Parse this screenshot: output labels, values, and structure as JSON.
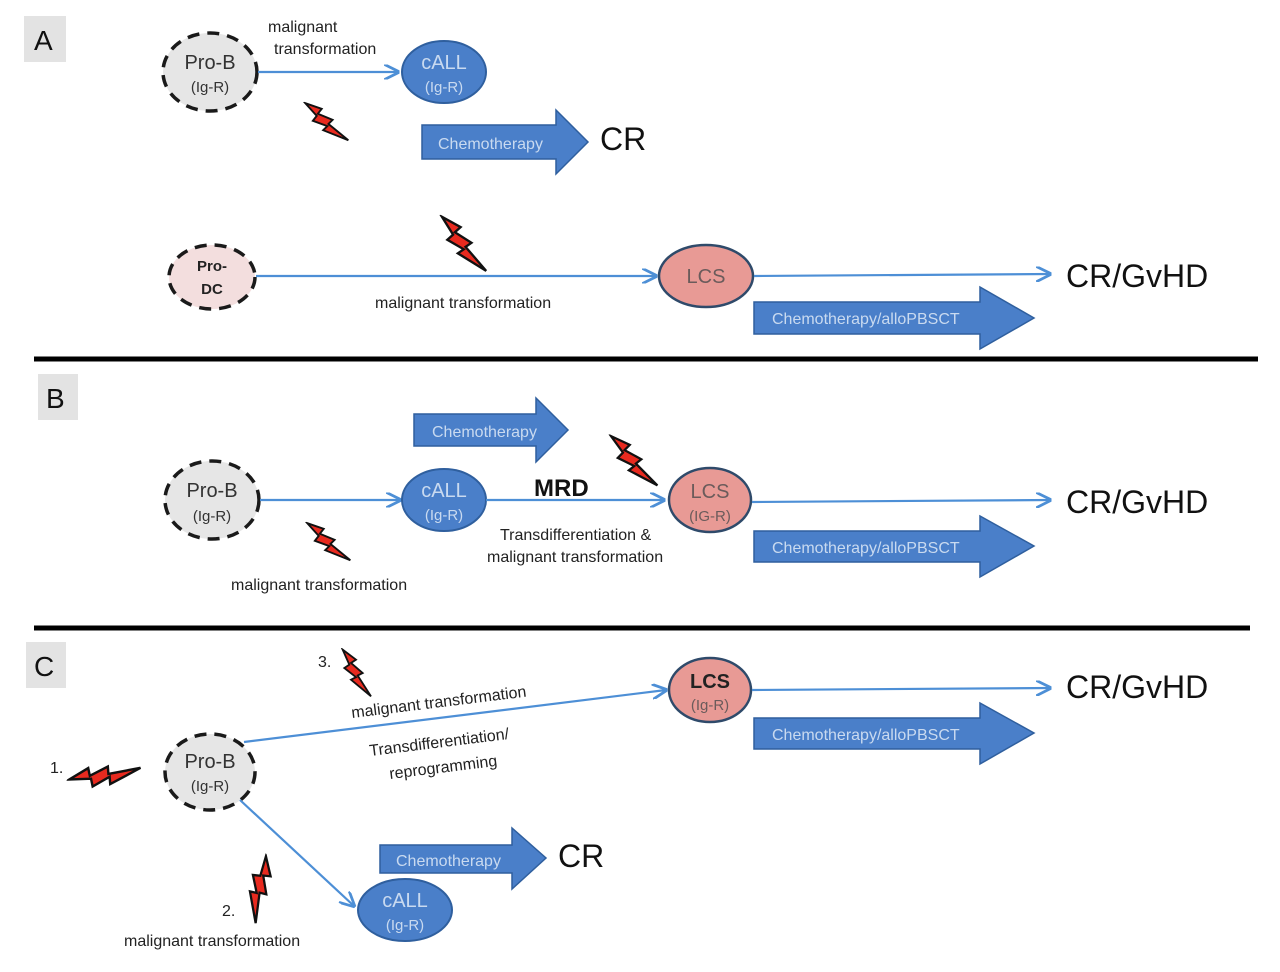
{
  "colors": {
    "blue_cell": "#4a7fc9",
    "blue_cell_border": "#2f5f9e",
    "pink_cell": "#e89a95",
    "pink_cell_border": "#2f4a6a",
    "progenitor_fill": "#e6e6e6",
    "prodc_fill": "#f3dede",
    "arrow_fill": "#4a7fc9",
    "arrow_border": "#2f5f9e",
    "connector": "#4d8fd6",
    "bolt": "#e82a1f"
  },
  "panels": {
    "A": {
      "label": "A",
      "row1": {
        "progenitor": {
          "name": "Pro-B",
          "sub": "(Ig-R)"
        },
        "transition_label_line1": "malignant",
        "transition_label_line2": "transformation",
        "target": {
          "name": "cALL",
          "sub": "(Ig-R)"
        },
        "therapy": "Chemotherapy",
        "outcome": "CR"
      },
      "row2": {
        "progenitor": {
          "name": "Pro-",
          "sub": "DC"
        },
        "transition_label": "malignant transformation",
        "target": {
          "name": "LCS"
        },
        "therapy": "Chemotherapy/alloPBSCT",
        "outcome": "CR/GvHD"
      }
    },
    "B": {
      "label": "B",
      "progenitor": {
        "name": "Pro-B",
        "sub": "(Ig-R)"
      },
      "transition1_label": "malignant transformation",
      "intermediate": {
        "name": "cALL",
        "sub": "(Ig-R)"
      },
      "therapy1": "Chemotherapy",
      "mrd_label": "MRD",
      "transition2_line1": "Transdifferentiation &",
      "transition2_line2": "malignant transformation",
      "target": {
        "name": "LCS",
        "sub": "(IG-R)"
      },
      "therapy2": "Chemotherapy/alloPBSCT",
      "outcome": "CR/GvHD"
    },
    "C": {
      "label": "C",
      "progenitor": {
        "name": "Pro-B",
        "sub": "(Ig-R)"
      },
      "hit1_label": "1.",
      "hit2_label": "2.",
      "hit3_label": "3.",
      "upper_label": "malignant transformation",
      "lower_label_line1": "Transdifferentiation/",
      "lower_label_line2": "reprogramming",
      "lcs": {
        "name": "LCS",
        "sub": "(Ig-R)"
      },
      "therapy_lcs": "Chemotherapy/alloPBSCT",
      "outcome_lcs": "CR/GvHD",
      "call_label": "malignant transformation",
      "call": {
        "name": "cALL",
        "sub": "(Ig-R)"
      },
      "therapy_call": "Chemotherapy",
      "outcome_call": "CR"
    }
  }
}
